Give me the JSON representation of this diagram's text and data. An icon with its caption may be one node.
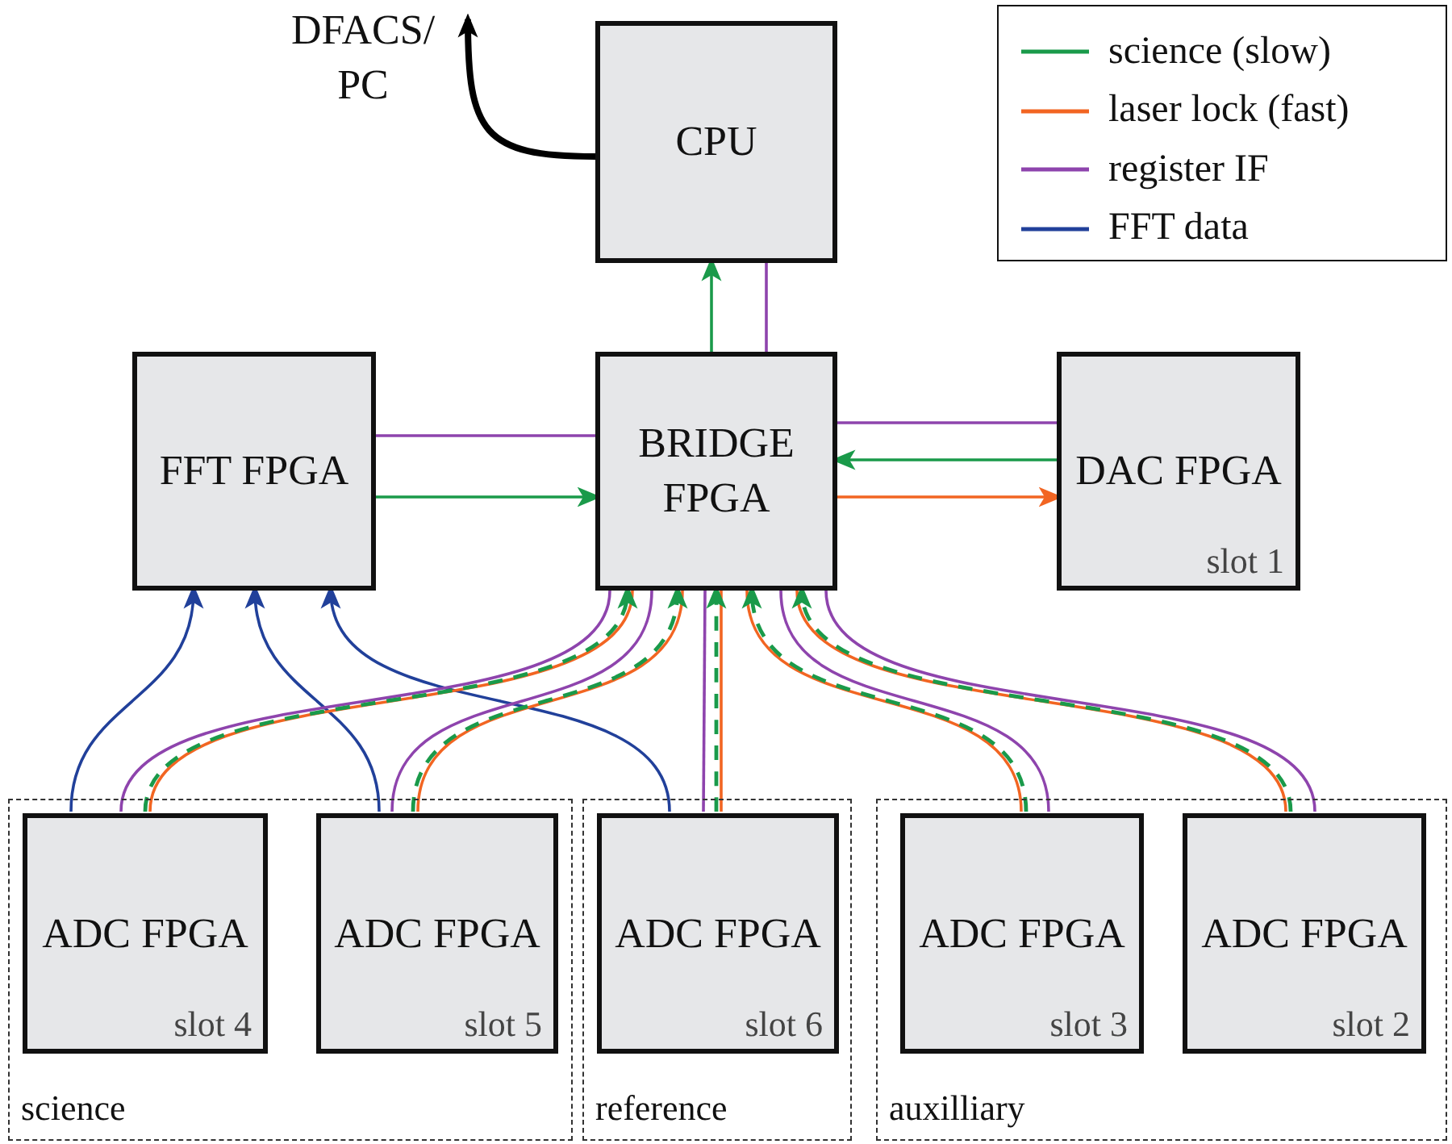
{
  "diagram": {
    "nodes": [
      {
        "text": [
          "DFACS/ PC"
        ]
      },
      {
        "text": [
          "CPU"
        ]
      },
      {
        "text": [
          "FFT FPGA"
        ]
      },
      {
        "text": [
          "BRIDGE FPGA"
        ]
      },
      {
        "text": [
          "DAC FPGA",
          "slot 1"
        ]
      },
      {
        "text": [
          "science"
        ]
      },
      {
        "text": [
          "ADC FPGA",
          "slot 4"
        ],
        "in": 5
      },
      {
        "text": [
          "ADC FPGA",
          "slot 5"
        ],
        "in": 5
      },
      {
        "text": [
          "reference"
        ]
      },
      {
        "text": [
          "ADC FPGA",
          "slot 6"
        ],
        "in": 8
      },
      {
        "text": [
          "auxilliary"
        ]
      },
      {
        "text": [
          "ADC FPGA",
          "slot 3"
        ],
        "in": 10
      },
      {
        "text": [
          "ADC FPGA",
          "slot 2"
        ],
        "in": 10
      }
    ],
    "edges": [
      {
        "from": 1,
        "to": 0,
        "arrow": "to",
        "style": "thick",
        "color": "#000000"
      },
      {
        "from": 3,
        "to": 1,
        "arrow": "to",
        "color": "#1a9a4a"
      },
      {
        "from": 3,
        "to": 1,
        "arrow": "none",
        "color": "#8e44ad"
      },
      {
        "from": 2,
        "to": 3,
        "arrow": "none",
        "color": "#8e44ad"
      },
      {
        "from": 2,
        "to": 3,
        "arrow": "to",
        "color": "#1a9a4a"
      },
      {
        "from": 3,
        "to": 4,
        "arrow": "none",
        "color": "#8e44ad"
      },
      {
        "from": 4,
        "to": 3,
        "arrow": "to",
        "color": "#1a9a4a"
      },
      {
        "from": 3,
        "to": 4,
        "arrow": "to",
        "color": "#f26522"
      },
      {
        "from": 6,
        "to": 2,
        "arrow": "to",
        "color": "#21409a"
      },
      {
        "from": 7,
        "to": 2,
        "arrow": "to",
        "color": "#21409a"
      },
      {
        "from": 9,
        "to": 2,
        "arrow": "to",
        "color": "#21409a"
      },
      {
        "from": 6,
        "to": 3,
        "arrow": "none",
        "color": "#8e44ad"
      },
      {
        "from": 6,
        "to": 3,
        "arrow": "none",
        "color": "#f26522"
      },
      {
        "from": 6,
        "to": 3,
        "arrow": "to",
        "style": "dashed",
        "color": "#1a9a4a"
      },
      {
        "from": 7,
        "to": 3,
        "arrow": "none",
        "color": "#8e44ad"
      },
      {
        "from": 7,
        "to": 3,
        "arrow": "none",
        "color": "#f26522"
      },
      {
        "from": 7,
        "to": 3,
        "arrow": "to",
        "style": "dashed",
        "color": "#1a9a4a"
      },
      {
        "from": 9,
        "to": 3,
        "arrow": "none",
        "color": "#8e44ad"
      },
      {
        "from": 9,
        "to": 3,
        "arrow": "none",
        "color": "#f26522"
      },
      {
        "from": 9,
        "to": 3,
        "arrow": "to",
        "style": "dashed",
        "color": "#1a9a4a"
      },
      {
        "from": 11,
        "to": 3,
        "arrow": "none",
        "color": "#8e44ad"
      },
      {
        "from": 11,
        "to": 3,
        "arrow": "none",
        "color": "#f26522"
      },
      {
        "from": 11,
        "to": 3,
        "arrow": "to",
        "style": "dashed",
        "color": "#1a9a4a"
      },
      {
        "from": 12,
        "to": 3,
        "arrow": "none",
        "color": "#8e44ad"
      },
      {
        "from": 12,
        "to": 3,
        "arrow": "none",
        "color": "#f26522"
      },
      {
        "from": 12,
        "to": 3,
        "arrow": "to",
        "style": "dashed",
        "color": "#1a9a4a"
      }
    ],
    "legend": [
      {
        "text": "science (slow)",
        "color": "#1a9a4a"
      },
      {
        "text": "laser lock (fast)",
        "color": "#f26522"
      },
      {
        "text": "register IF",
        "color": "#8e44ad"
      },
      {
        "text": "FFT data",
        "color": "#21409a"
      }
    ]
  }
}
